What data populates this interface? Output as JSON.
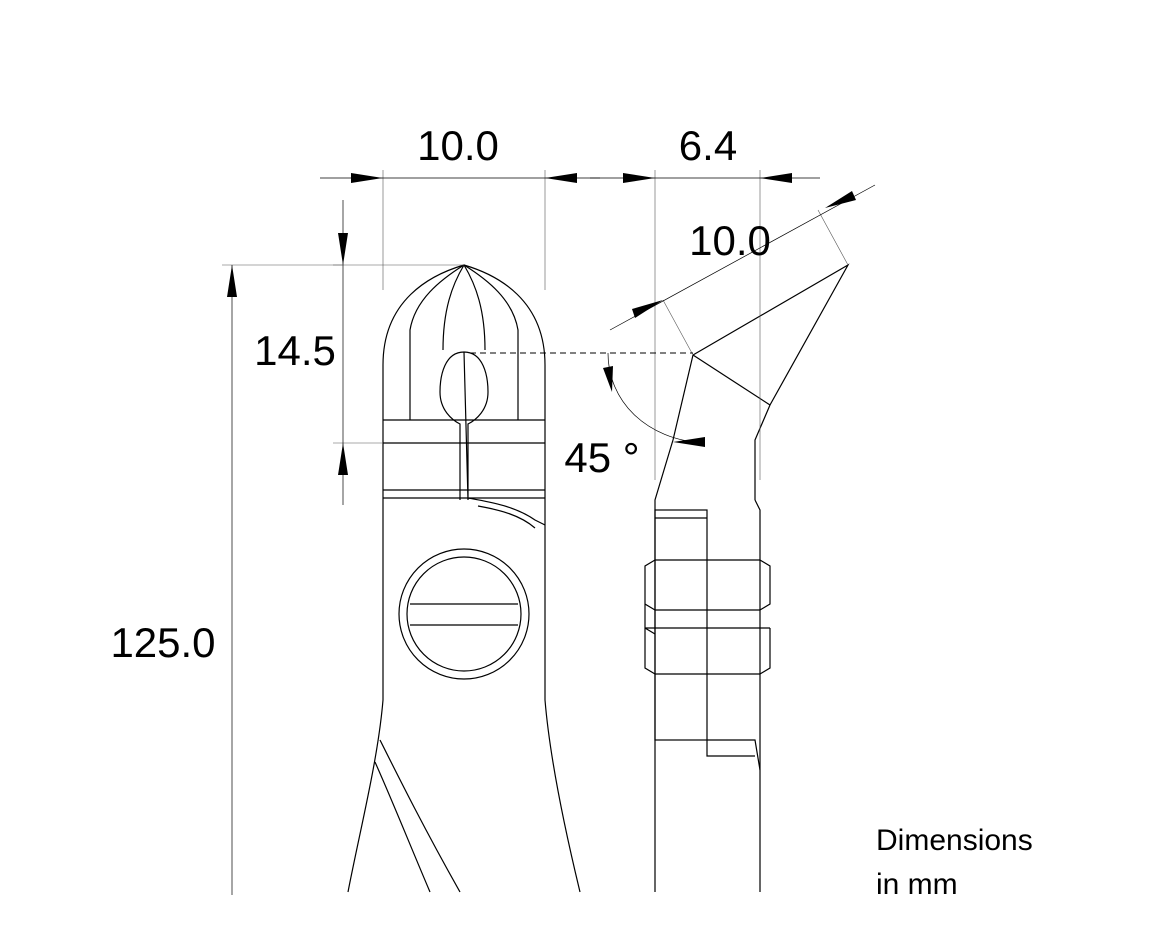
{
  "dimensions": {
    "jaw_width": "10.0",
    "side_thickness": "6.4",
    "angled_head": "10.0",
    "head_length": "14.5",
    "overall_length": "125.0",
    "head_angle": "45 °"
  },
  "note": {
    "line1": "Dimensions",
    "line2": "in mm"
  }
}
